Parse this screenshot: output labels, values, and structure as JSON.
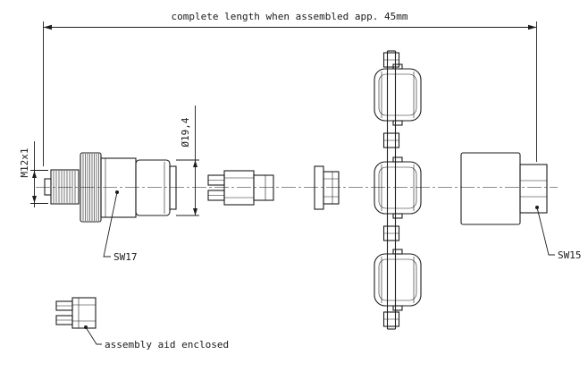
{
  "meta": {
    "background": "#ffffff",
    "line_color": "#1c1c1c",
    "drawing_type": "exploded connector assembly drawing"
  },
  "annotations": {
    "overall_dim": "complete length when assembled app. 45mm",
    "thread_dim": "M12x1",
    "diameter_dim": "Ø19,4",
    "wrench_size_body": "SW17",
    "wrench_size_nut": "SW15",
    "assembly_aid_note": "assembly aid enclosed"
  }
}
